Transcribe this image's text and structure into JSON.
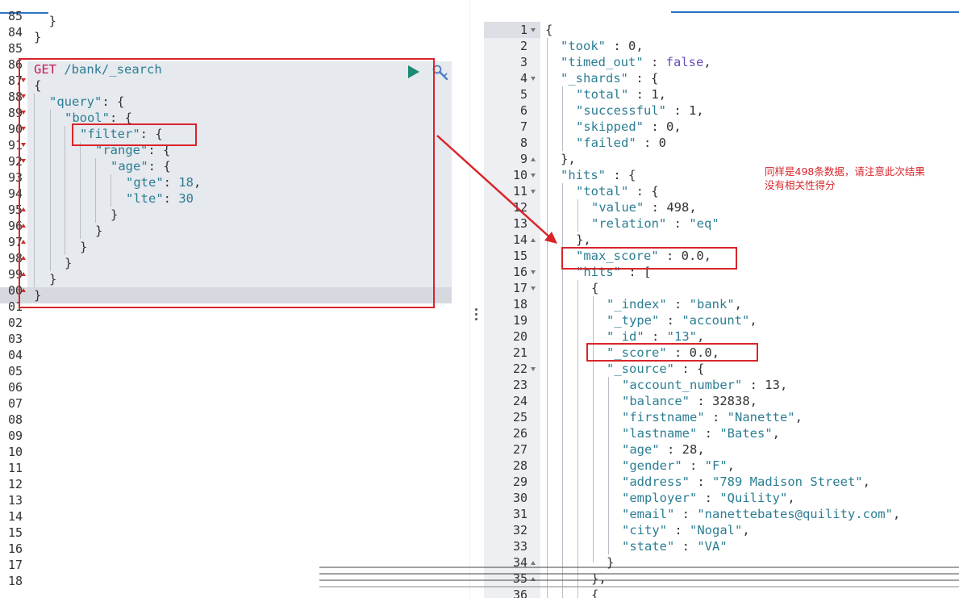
{
  "left_editor": {
    "line_numbers": [
      "85",
      "84",
      "85",
      "86",
      "87",
      "88",
      "89",
      "90",
      "91",
      "92",
      "93",
      "94",
      "95",
      "96",
      "97",
      "98",
      "99",
      "00",
      "01",
      "02",
      "03",
      "04",
      "05",
      "06",
      "07",
      "08",
      "09",
      "10",
      "11",
      "12",
      "13",
      "14",
      "15",
      "16",
      "17",
      "18"
    ],
    "lines": {
      "l83": "  }",
      "l84": "}",
      "l86_method": "GET",
      "l86_path": "/bank/_search",
      "l87": "{",
      "l88_key": "\"query\"",
      "l88_rest": ": {",
      "l89_key": "\"bool\"",
      "l89_rest": ": {",
      "l90_key": "\"filter\"",
      "l90_rest": ": {",
      "l91_key": "\"range\"",
      "l91_rest": ": {",
      "l92_key": "\"age\"",
      "l92_rest": ": {",
      "l93_key": "\"gte\"",
      "l93_sep": ": ",
      "l93_val": "18",
      "l93_end": ",",
      "l94_key": "\"lte\"",
      "l94_sep": ": ",
      "l94_val": "30",
      "l95": "}",
      "l96": "}",
      "l97": "}",
      "l98": "}",
      "l99": "}",
      "l100": "}"
    },
    "run_icon": "play-triangle-icon",
    "settings_icon": "wrench-icon"
  },
  "right_output": {
    "line_numbers": [
      "1",
      "2",
      "3",
      "4",
      "5",
      "6",
      "7",
      "8",
      "9",
      "10",
      "11",
      "12",
      "13",
      "14",
      "15",
      "16",
      "17",
      "18",
      "19",
      "20",
      "21",
      "22",
      "23",
      "24",
      "25",
      "26",
      "27",
      "28",
      "29",
      "30",
      "31",
      "32",
      "33",
      "34",
      "35",
      "36"
    ],
    "lines": [
      {
        "k": "",
        "v": "{"
      },
      {
        "k": "\"took\"",
        "v": " : 0,"
      },
      {
        "k": "\"timed_out\"",
        "v": " : ",
        "bool": "false",
        "end": ","
      },
      {
        "k": "\"_shards\"",
        "v": " : {"
      },
      {
        "k": "\"total\"",
        "v": " : 1,"
      },
      {
        "k": "\"successful\"",
        "v": " : 1,"
      },
      {
        "k": "\"skipped\"",
        "v": " : 0,"
      },
      {
        "k": "\"failed\"",
        "v": " : 0"
      },
      {
        "k": "",
        "v": "},"
      },
      {
        "k": "\"hits\"",
        "v": " : {"
      },
      {
        "k": "\"total\"",
        "v": " : {"
      },
      {
        "k": "\"value\"",
        "v": " : 498,"
      },
      {
        "k": "\"relation\"",
        "v": " : ",
        "str": "\"eq\""
      },
      {
        "k": "",
        "v": "},"
      },
      {
        "k": "\"max_score\"",
        "v": " : 0.0,"
      },
      {
        "k": "\"hits\"",
        "v": " : ["
      },
      {
        "k": "",
        "v": "{"
      },
      {
        "k": "\"_index\"",
        "v": " : ",
        "str": "\"bank\"",
        "end": ","
      },
      {
        "k": "\"_type\"",
        "v": " : ",
        "str": "\"account\"",
        "end": ","
      },
      {
        "k": "\"_id\"",
        "v": " : ",
        "str": "\"13\"",
        "end": ","
      },
      {
        "k": "\"_score\"",
        "v": " : 0.0,"
      },
      {
        "k": "\"_source\"",
        "v": " : {"
      },
      {
        "k": "\"account_number\"",
        "v": " : 13,"
      },
      {
        "k": "\"balance\"",
        "v": " : 32838,"
      },
      {
        "k": "\"firstname\"",
        "v": " : ",
        "str": "\"Nanette\"",
        "end": ","
      },
      {
        "k": "\"lastname\"",
        "v": " : ",
        "str": "\"Bates\"",
        "end": ","
      },
      {
        "k": "\"age\"",
        "v": " : 28,"
      },
      {
        "k": "\"gender\"",
        "v": " : ",
        "str": "\"F\"",
        "end": ","
      },
      {
        "k": "\"address\"",
        "v": " : ",
        "str": "\"789 Madison Street\"",
        "end": ","
      },
      {
        "k": "\"employer\"",
        "v": " : ",
        "str": "\"Quility\"",
        "end": ","
      },
      {
        "k": "\"email\"",
        "v": " : ",
        "str": "\"nanettebates@quility.com\"",
        "end": ","
      },
      {
        "k": "\"city\"",
        "v": " : ",
        "str": "\"Nogal\"",
        "end": ","
      },
      {
        "k": "\"state\"",
        "v": " : ",
        "str": "\"VA\""
      },
      {
        "k": "",
        "v": "}"
      },
      {
        "k": "",
        "v": "},"
      },
      {
        "k": "",
        "v": "{"
      }
    ]
  },
  "annotation": {
    "line1": "同样是498条数据，请注意此次结果",
    "line2": "没有相关性得分",
    "color": "#d8252a"
  },
  "colors": {
    "key": "#2c7e93",
    "method": "#c2185b",
    "boolean": "#6b4db7",
    "gutter_bg": "#eeeff2",
    "active_block": "#e6e9ee",
    "run_button": "#1a8a73"
  }
}
